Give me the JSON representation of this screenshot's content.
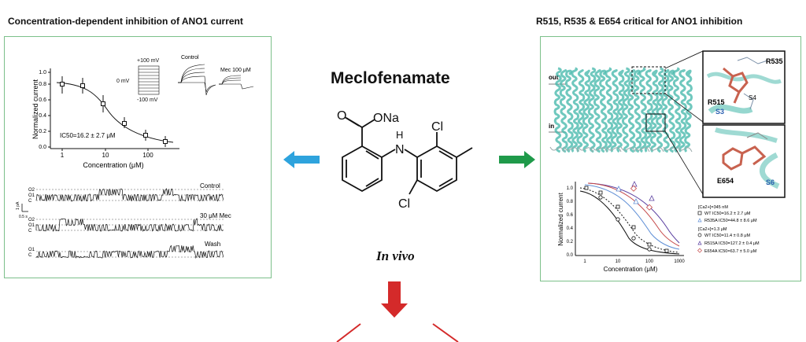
{
  "left_panel": {
    "title": "Concentration-dependent inhibition of ANO1 current",
    "dose_chart": {
      "ylabel": "Normalized current",
      "xlabel": "Concentration (μM)",
      "y_ticks": [
        "0.0",
        "0.2",
        "0.4",
        "0.6",
        "0.8",
        "1.0"
      ],
      "x_ticks": [
        "1",
        "10",
        "100"
      ],
      "ic50_text": "IC50=16.2 ± 2.7 μM"
    },
    "protocol": {
      "top": "+100 mV",
      "mid": "0 mV",
      "bottom": "-100 mV"
    },
    "trace_labels": {
      "control": "Control",
      "mec": "Mec 100 μM"
    },
    "single_channel": {
      "rows": [
        {
          "label": "Control",
          "levels": [
            "O2",
            "O1",
            "C"
          ]
        },
        {
          "label": "30 μM Mec",
          "levels": [
            "O2",
            "O1",
            "C"
          ]
        },
        {
          "label": "Wash",
          "levels": [
            "O1",
            "C"
          ]
        }
      ],
      "scale_current": "1 pA",
      "scale_time": "0.5 s"
    }
  },
  "center": {
    "drug_name": "Meclofenamate",
    "atoms": {
      "ona": "ONa",
      "o": "O",
      "nh_h": "H",
      "nh_n": "N",
      "cl_top": "Cl",
      "cl_bottom": "Cl"
    },
    "in_vivo": "In vivo"
  },
  "right_panel": {
    "title": "R515, R535 & E654 critical for ANO1 inhibition",
    "membrane": {
      "out": "out",
      "in": "in"
    },
    "residues": {
      "r535": "R535",
      "r515": "R515",
      "s4": "S4",
      "s3": "S3",
      "e654": "E654",
      "s6": "S6"
    },
    "mut_chart": {
      "ylabel": "Normalized current",
      "xlabel": "Concentration (μM)",
      "y_ticks": [
        "0.0",
        "0.2",
        "0.4",
        "0.6",
        "0.8",
        "1.0"
      ],
      "x_ticks": [
        "1",
        "10",
        "100",
        "1000"
      ]
    },
    "legend": {
      "header1": "[Ca2+]=345 nM",
      "l1": "WT IC50=16.2 ± 2.7 μM",
      "l2": "R535A IC50=44.8 ± 8.6 μM",
      "header2": "[Ca2+]=1.3 μM",
      "l3": "WT IC50=11.4 ± 0.8 μM",
      "l4": "R515A IC50=127.2 ± 0.4 μM",
      "l5": "E654A IC50=63.7 ± 5.0 μM"
    }
  },
  "colors": {
    "panel_border": "#7cc08a",
    "arrow_left": "#2ea3dd",
    "arrow_right": "#1f9a4a",
    "arrow_down": "#d42a2a",
    "protein": "#3fb6a8",
    "ligand": "#c8624f",
    "series_r535a": "#5f8fd6",
    "series_r515a": "#5a3fa0",
    "series_e654a": "#c64a4a"
  }
}
